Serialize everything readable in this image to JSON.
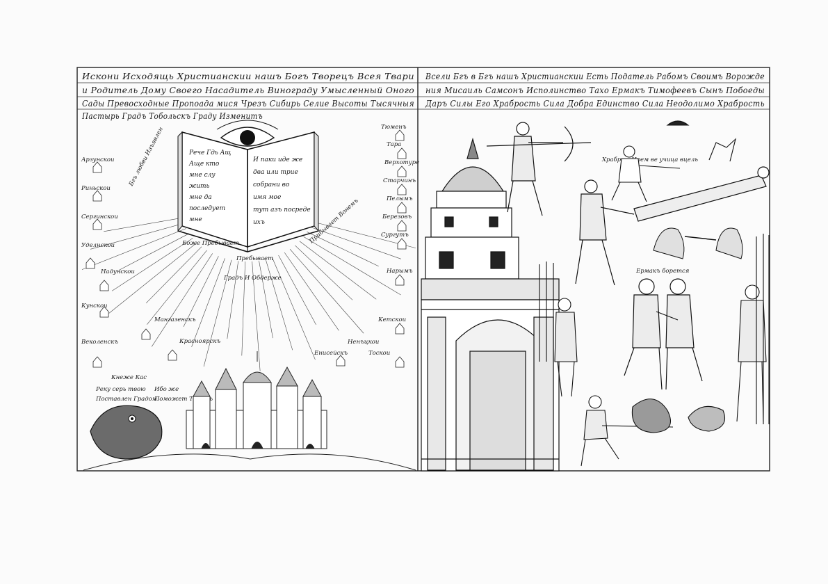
{
  "left_panel": {
    "caption_lines": [
      "Искони Исходящь Христианскии нашъ Богъ Творецъ Всея Твари",
      "и Родитель Дому Своего Насадитель Винограду Умысленный Оного",
      "Сады Превосходные Пропоада мися Чрезъ Сибирь Селие Высоты Тысячныя",
      "Пастырь Градъ Тобольскъ Граду Изменитъ"
    ],
    "book_left_lines": [
      "Рече Гдь Ащ",
      "Аще кто",
      "мне слу",
      "жить",
      "мне да",
      "последует",
      "мне"
    ],
    "book_right_lines": [
      "И паки иде же",
      "два или трие",
      "собрани во",
      "имя мое",
      "тут азъ посреде",
      "ихъ"
    ],
    "ray_lines": [
      "Бгъ любви Изъявлен",
      "Боже Пребывает",
      "Градъ И Обдерже",
      "Пребывает",
      "Прибывает Вонемъ"
    ],
    "towns_left": [
      "Арзунскои",
      "Риньскои",
      "Сергинскои",
      "Уделнскои",
      "Надунскои",
      "Кунскои",
      "Веколенскъ"
    ],
    "towns_right": [
      "Тюменъ",
      "Тара",
      "Верхотуре",
      "Старчинъ",
      "Пелымъ",
      "Березовъ",
      "Сургутъ",
      "Нарымъ",
      "Кетскои",
      "Ненъцкои",
      "Тоскои"
    ],
    "towns_bottom": [
      "Мангазенскъ",
      "Красноярскъ",
      "Енисейскъ",
      "Кнеже Кас"
    ],
    "bottom_text_lines": [
      "Реку серь твою",
      "Поставлен Градом",
      "Ибо же",
      "Поможет Твоимъ"
    ]
  },
  "right_panel": {
    "caption_lines": [
      "Всели Бгъ в Бгъ нашъ Христианскии Есть Податель Рабомъ Своимъ Ворожде",
      "ния Мисаиль Самсонъ Исполинство Тахо Ермакъ Тимофеевъ Сынъ Побоеды",
      "Даръ Силы Его Храбрость Сила Добра Единство Сила Неодолимо Храбрость"
    ],
    "label_brave": "Храбрыи Ирем ве учица вцель",
    "label_wrestle": "Ермакъ борется"
  },
  "palette": {
    "ink": "#1a1a1a",
    "paper": "#fbfbfb",
    "shade": "#8a8a8a"
  }
}
